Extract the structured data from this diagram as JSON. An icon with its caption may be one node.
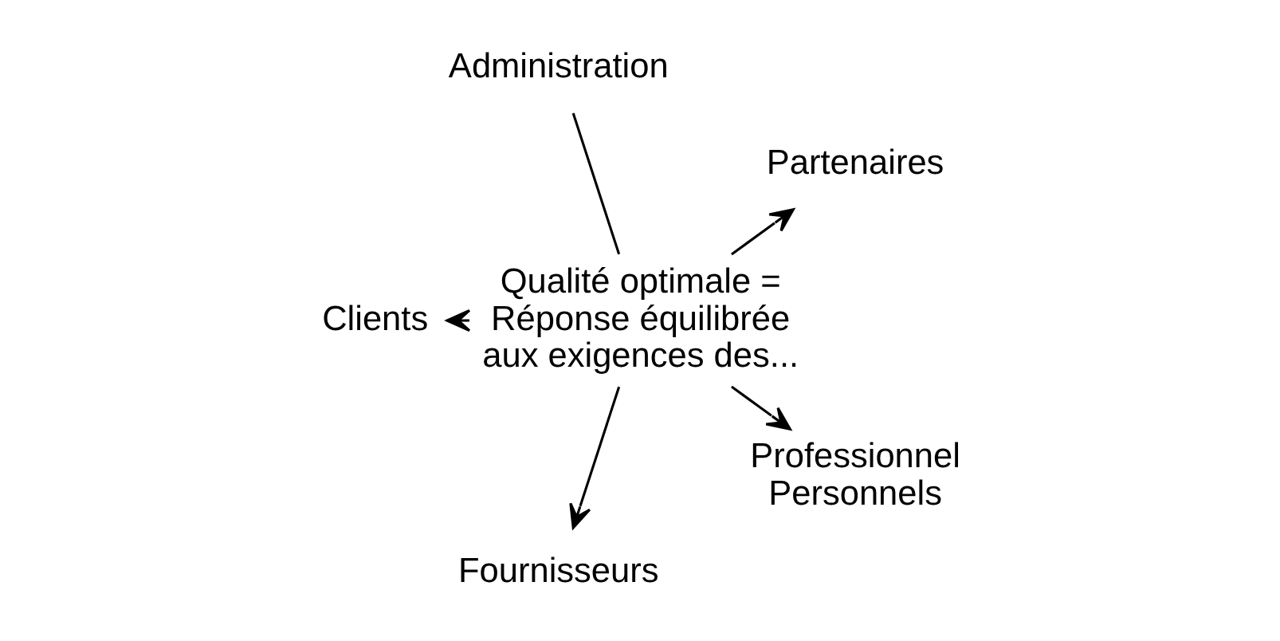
{
  "diagram": {
    "nodes": [
      {
        "text": [
          "Partenaires"
        ]
      },
      {
        "text": [
          "Administration"
        ]
      },
      {
        "text": [
          "Qualité optimale = Réponse équilibrée aux exigences des..."
        ]
      },
      {
        "text": [
          "Clients"
        ]
      },
      {
        "text": [
          "Fournisseurs"
        ]
      },
      {
        "text": [
          "Professionnel Personnels"
        ]
      }
    ],
    "edges": [
      {
        "from": 2,
        "to": 0,
        "arrow": "to"
      },
      {
        "from": 2,
        "to": 1,
        "arrow": "none"
      },
      {
        "from": 2,
        "to": 3,
        "arrow": "to"
      },
      {
        "from": 2,
        "to": 4,
        "arrow": "to"
      },
      {
        "from": 2,
        "to": 5,
        "arrow": "to"
      }
    ]
  }
}
